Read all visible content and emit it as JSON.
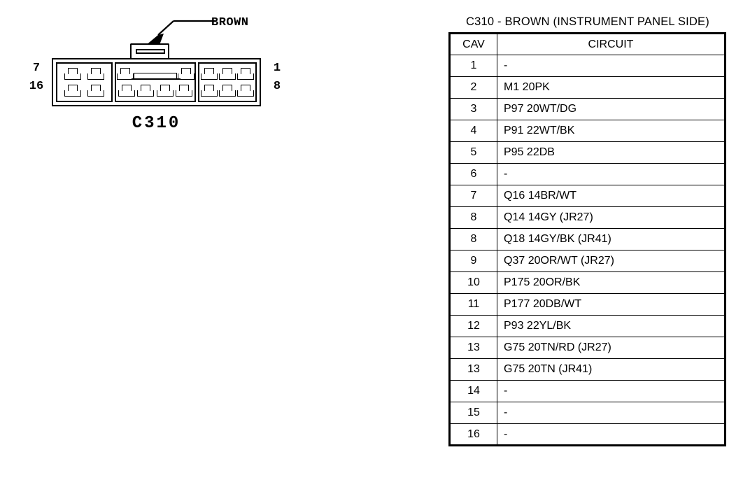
{
  "diagram": {
    "callout_label": "BROWN",
    "connector_name": "C310",
    "cavity_numbers": {
      "left_top": "7",
      "left_bottom": "16",
      "right_top": "1",
      "right_bottom": "8"
    },
    "pin_groups": [
      {
        "name": "left-group",
        "top_pins": 2,
        "bottom_pins": 2,
        "has_latch_slot": false
      },
      {
        "name": "mid-group",
        "top_pins": 2,
        "bottom_pins": 4,
        "has_latch_slot": true
      },
      {
        "name": "right-group",
        "top_pins": 3,
        "bottom_pins": 3,
        "has_latch_slot": false
      }
    ]
  },
  "table": {
    "title": "C310 - BROWN (INSTRUMENT PANEL SIDE)",
    "columns": [
      "CAV",
      "CIRCUIT"
    ],
    "rows": [
      {
        "cav": "1",
        "circuit": "-"
      },
      {
        "cav": "2",
        "circuit": "M1  20PK"
      },
      {
        "cav": "3",
        "circuit": "P97  20WT/DG"
      },
      {
        "cav": "4",
        "circuit": "P91  22WT/BK"
      },
      {
        "cav": "5",
        "circuit": "P95  22DB"
      },
      {
        "cav": "6",
        "circuit": "-"
      },
      {
        "cav": "7",
        "circuit": "Q16  14BR/WT"
      },
      {
        "cav": "8",
        "circuit": "Q14  14GY  (JR27)"
      },
      {
        "cav": "8",
        "circuit": "Q18  14GY/BK  (JR41)"
      },
      {
        "cav": "9",
        "circuit": "Q37  20OR/WT  (JR27)"
      },
      {
        "cav": "10",
        "circuit": "P175  20OR/BK"
      },
      {
        "cav": "11",
        "circuit": "P177  20DB/WT"
      },
      {
        "cav": "12",
        "circuit": "P93  22YL/BK"
      },
      {
        "cav": "13",
        "circuit": "G75  20TN/RD  (JR27)"
      },
      {
        "cav": "13",
        "circuit": "G75  20TN  (JR41)"
      },
      {
        "cav": "14",
        "circuit": "-"
      },
      {
        "cav": "15",
        "circuit": "-"
      },
      {
        "cav": "16",
        "circuit": "-"
      }
    ]
  },
  "colors": {
    "ink": "#000000",
    "paper": "#ffffff"
  }
}
